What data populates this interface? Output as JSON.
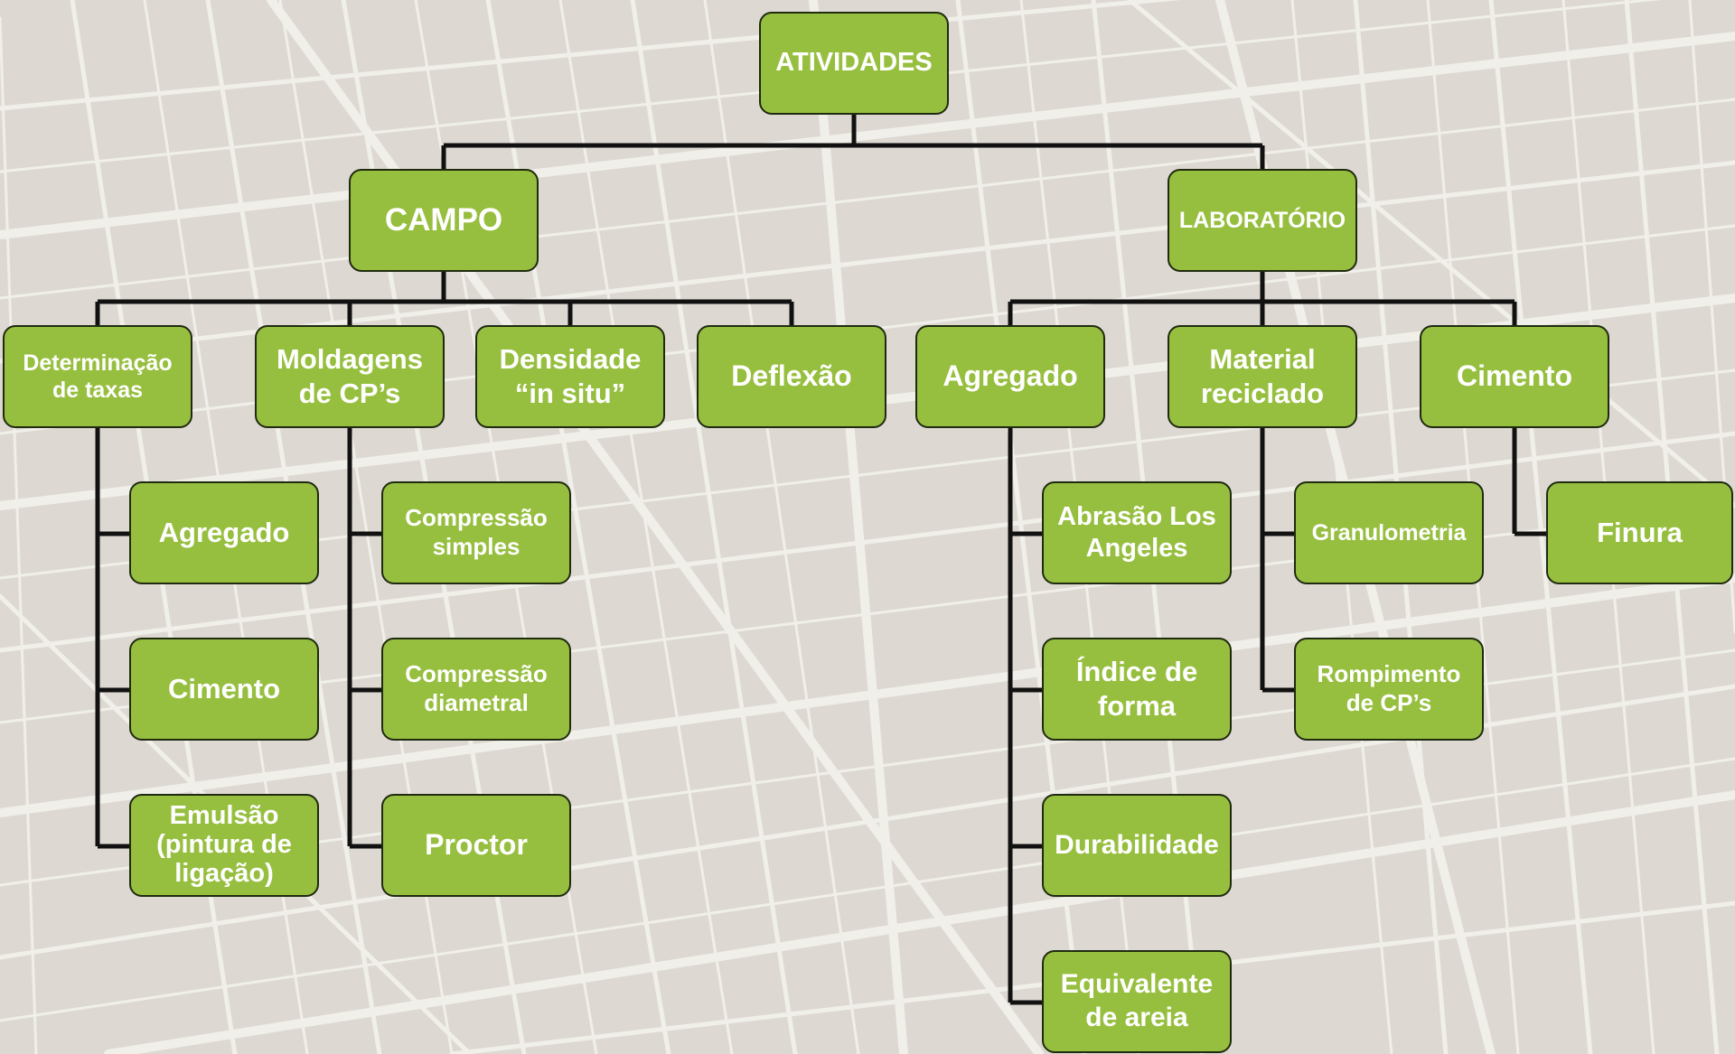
{
  "colors": {
    "background": "#ddd9d2",
    "streets": "#f1efea",
    "node_fill": "#97bf3f",
    "node_border": "#1f2a10",
    "connector": "#111111",
    "text": "#ffffff"
  },
  "root": {
    "label": "ATIVIDADES"
  },
  "campo": {
    "label": "CAMPO",
    "determinacao": {
      "label": "Determinação\nde taxas",
      "children": [
        "Agregado",
        "Cimento",
        "Emulsão\n(pintura de\nligação)"
      ]
    },
    "moldagens": {
      "label": "Moldagens\nde CP’s",
      "children": [
        "Compressão\nsimples",
        "Compressão\ndiametral",
        "Proctor"
      ]
    },
    "densidade": {
      "label": "Densidade\n“in situ”"
    },
    "deflexao": {
      "label": "Deflexão"
    }
  },
  "laboratorio": {
    "label": "LABORATÓRIO",
    "agregado": {
      "label": "Agregado",
      "children": [
        "Abrasão Los\nAngeles",
        "Índice de\nforma",
        "Durabilidade",
        "Equivalente\nde areia"
      ]
    },
    "material": {
      "label": "Material\nreciclado",
      "children": [
        "Granulometria",
        "Rompimento\nde CP’s"
      ]
    },
    "cimento": {
      "label": "Cimento",
      "children": [
        "Finura"
      ]
    }
  }
}
